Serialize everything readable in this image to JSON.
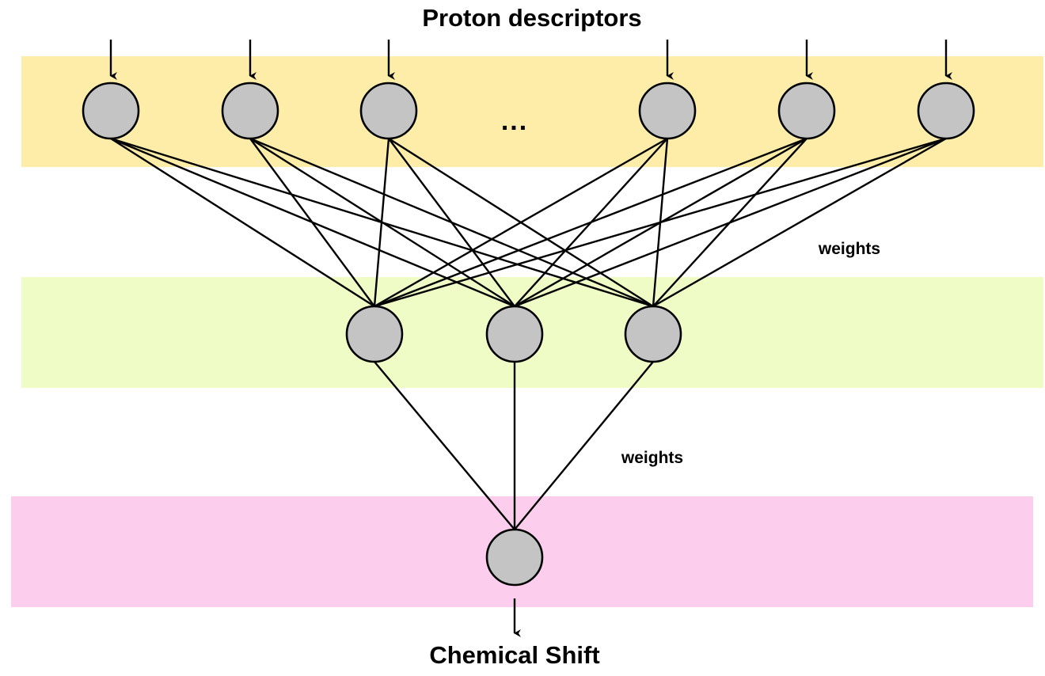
{
  "title_top": "Proton descriptors",
  "title_bottom": "Chemical Shift",
  "ellipsis": "...",
  "weights_label_upper": "weights",
  "weights_label_lower": "weights",
  "colors": {
    "input_band": "#FDEDA8",
    "hidden_band": "#EFFCC6",
    "output_band": "#FDCDEE",
    "node_fill": "#C4C4C4",
    "stroke": "#000000"
  },
  "layers": [
    {
      "name": "input",
      "visible_nodes": 6,
      "elided": true
    },
    {
      "name": "hidden",
      "visible_nodes": 3
    },
    {
      "name": "output",
      "visible_nodes": 1
    }
  ],
  "connectivity": "fully-connected"
}
